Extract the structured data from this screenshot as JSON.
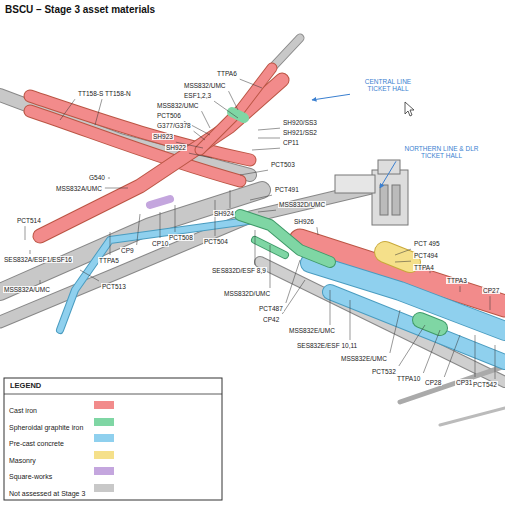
{
  "diagram": {
    "title": "BSCU – Stage 3 asset materials",
    "labels": [
      "TT158-S",
      "TT158-N",
      "TTPA6",
      "MSS832/UMC",
      "ESF1,2,3",
      "MSS832/UMC",
      "PCT506",
      "G377/G378",
      "SH923",
      "SH920/SS3",
      "SH921/SS2",
      "SH922",
      "CP11",
      "PCT503",
      "G540",
      "MSS832A/UMC",
      "PCT491",
      "MSS832D/UMC",
      "SH924",
      "SH926",
      "PCT514",
      "SES832A/ESF1/ESF16",
      "PCT508",
      "PCT504",
      "CP10",
      "CP9",
      "TTPA5",
      "PCT513",
      "MSS832A/UMC",
      "PCT 495",
      "PCT494",
      "TTPA4",
      "TTPA3",
      "CP27",
      "SES832D/ESF 8,9",
      "MSS832D/UMC",
      "PCT487",
      "CP42",
      "MSS832E/UMC",
      "SES832E/ESF 10,11",
      "MSS832E/UMC",
      "PCT532",
      "TTPA10",
      "CP28",
      "CP31",
      "PCT542",
      "CENTRAL LINE TICKET HALL",
      "NORTHERN LINE & DLR TICKET HALL",
      "LEGEND"
    ],
    "legend": [
      {
        "text": "Cast iron",
        "color": "#f28b8b"
      },
      {
        "text": "Spheroidal graphite iron",
        "color": "#7fd6a4"
      },
      {
        "text": "Pre-cast concrete",
        "color": "#8fd0ee"
      },
      {
        "text": "Masonry",
        "color": "#f5e08a"
      },
      {
        "text": "Square-works",
        "color": "#c4a6de"
      },
      {
        "text": "Not assessed at Stage 3",
        "color": "#c8c8c8"
      }
    ]
  }
}
